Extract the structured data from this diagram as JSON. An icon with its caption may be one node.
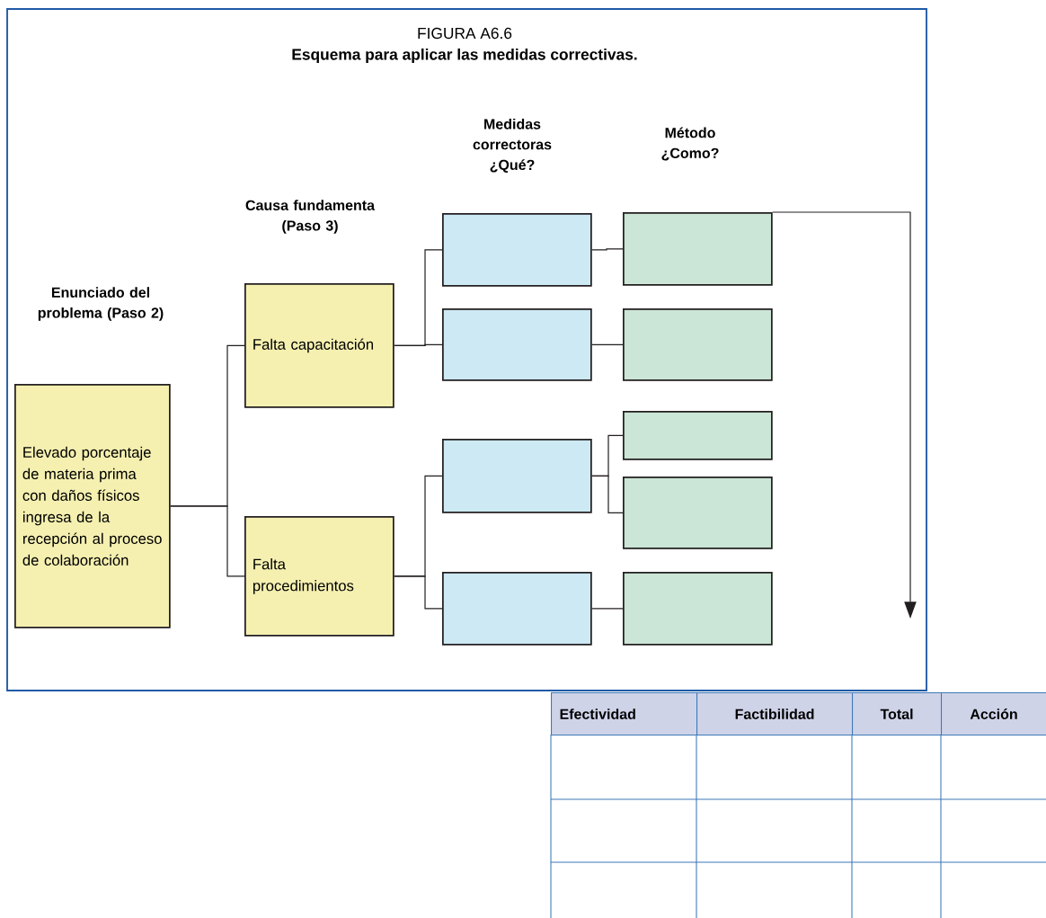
{
  "diagram": {
    "title": "FIGURA A6.6",
    "caption": "Esquema para aplicar las medidas correctivas.",
    "nodes": [
      {
        "text": [
          "Elevado porcentaje de materia prima con daños físicos ingresa de la recepción al proceso de colaboración"
        ]
      },
      {
        "text": [
          "Falta capacitación"
        ]
      },
      {
        "text": [
          "Falta procedimientos"
        ]
      },
      {
        "text": [],
        "shape": "box"
      },
      {
        "text": [],
        "shape": "box"
      },
      {
        "text": [],
        "shape": "box"
      },
      {
        "text": [],
        "shape": "box"
      },
      {
        "text": [],
        "shape": "box"
      },
      {
        "text": [],
        "shape": "box"
      },
      {
        "text": [],
        "shape": "box"
      },
      {
        "text": [],
        "shape": "box"
      },
      {
        "text": [],
        "shape": "box"
      }
    ],
    "edges": [
      {
        "from": 0,
        "to": 1,
        "arrow": "none"
      },
      {
        "from": 0,
        "to": 2,
        "arrow": "none"
      },
      {
        "from": 1,
        "to": 3,
        "arrow": "none"
      },
      {
        "from": 1,
        "to": 4,
        "arrow": "none"
      },
      {
        "from": 2,
        "to": 5,
        "arrow": "none"
      },
      {
        "from": 2,
        "to": 6,
        "arrow": "none"
      },
      {
        "from": 3,
        "to": 7,
        "arrow": "none"
      },
      {
        "from": 4,
        "to": 8,
        "arrow": "none"
      },
      {
        "from": 5,
        "to": 9,
        "arrow": "none"
      },
      {
        "from": 5,
        "to": 10,
        "arrow": "none"
      },
      {
        "from": 6,
        "to": 11,
        "arrow": "none"
      },
      {
        "from": 7,
        "to": null,
        "arrow": "to"
      }
    ],
    "labels": [
      "Enunciado del problema (Paso 2)",
      "Causa fundamenta (Paso 3)",
      "Medidas correctoras ¿Qué?",
      "Método ¿Como?",
      "Efectividad",
      "Factibilidad",
      "Total",
      "Acción"
    ]
  }
}
